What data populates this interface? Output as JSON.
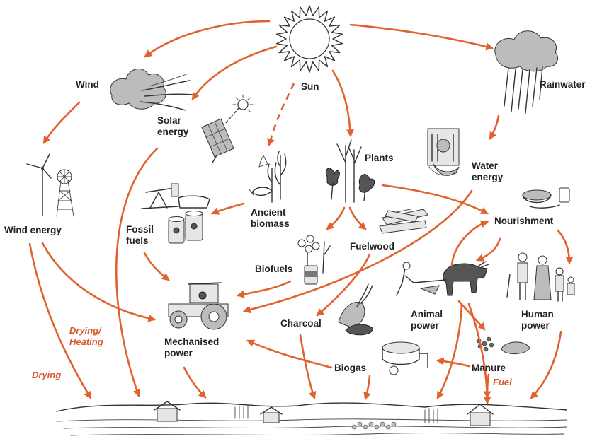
{
  "labels": {
    "sun": "Sun",
    "wind": "Wind",
    "rainwater": "Rainwater",
    "solar_energy": [
      "Solar",
      "energy"
    ],
    "plants": "Plants",
    "water_energy": [
      "Water",
      "energy"
    ],
    "wind_energy": "Wind energy",
    "fossil_fuels": [
      "Fossil",
      "fuels"
    ],
    "ancient_biomass": [
      "Ancient",
      "biomass"
    ],
    "fuelwood": "Fuelwood",
    "nourishment": "Nourishment",
    "biofuels": "Biofuels",
    "charcoal": "Charcoal",
    "animal_power": [
      "Animal",
      "power"
    ],
    "human_power": [
      "Human",
      "power"
    ],
    "mechanised_power": [
      "Mechanised",
      "power"
    ],
    "biogas": "Biogas",
    "manure": "Manure"
  },
  "annotations": {
    "drying_heating": [
      "Drying/",
      "Heating"
    ],
    "drying": "Drying",
    "fuel": "Fuel"
  },
  "colors": {
    "arrow": "#e0622f",
    "annotation": "#d9582b",
    "label": "#222222",
    "ink": "#333333"
  }
}
